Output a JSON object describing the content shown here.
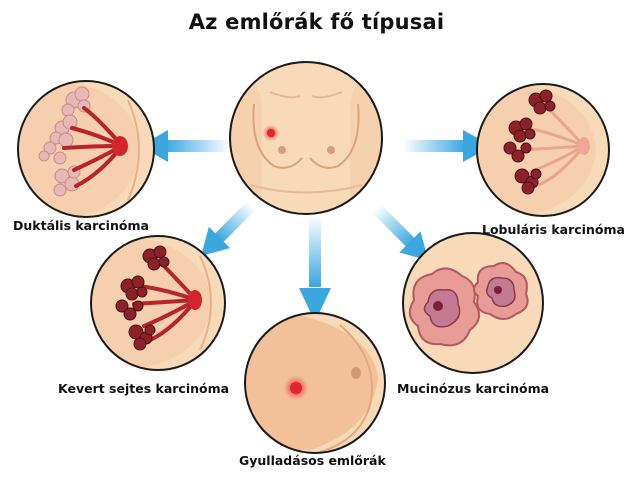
{
  "title": "Az emlőrák fő típusai",
  "types": [
    {
      "id": "ductal",
      "label": "Duktális karcinóma"
    },
    {
      "id": "lobular",
      "label": "Lobuláris karcinóma"
    },
    {
      "id": "mixed",
      "label": "Kevert sejtes karcinóma"
    },
    {
      "id": "mucinous",
      "label": "Mucinózus karcinóma"
    },
    {
      "id": "inflammatory",
      "label": "Gyulladásos emlőrák"
    }
  ],
  "colors": {
    "skin": "#f8d9b8",
    "skin_dark": "#e9b890",
    "outline": "#1a1a1a",
    "arrow": "#3aa7df",
    "tumor": "#c8202a",
    "lobule": "#7a1f24",
    "ductal_lobule": "#e9b8b2"
  }
}
